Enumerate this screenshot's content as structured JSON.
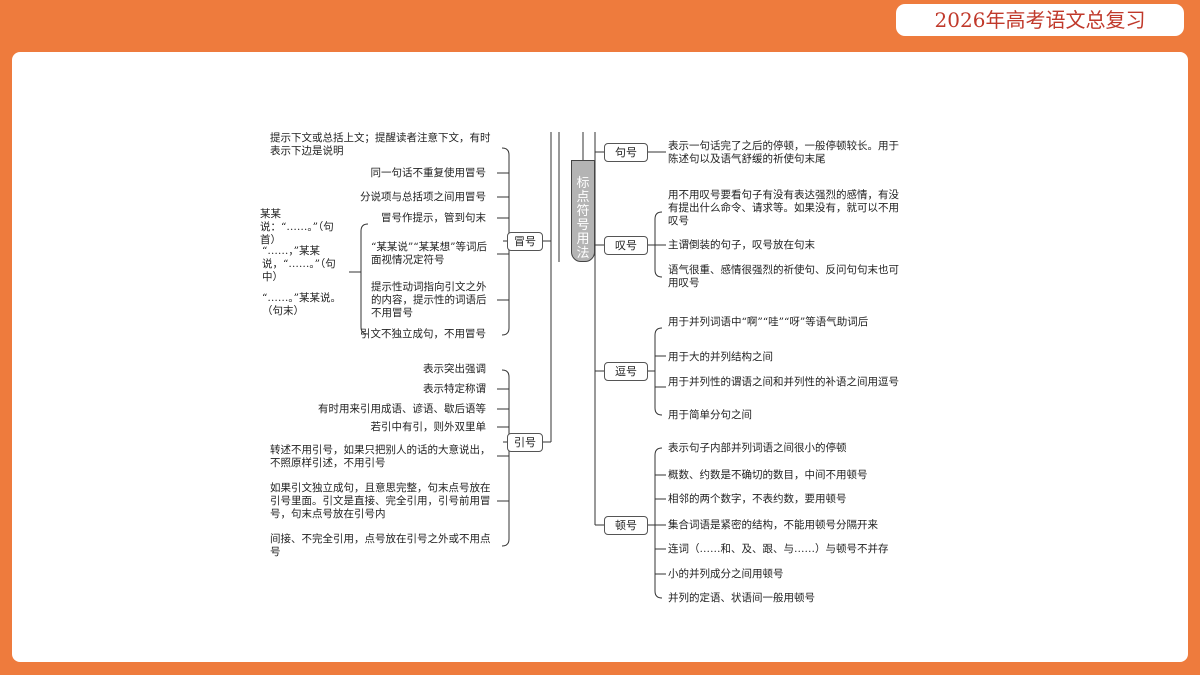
{
  "header": {
    "title": "2026年高考语文总复习"
  },
  "diagram": {
    "root": "标点符号用法",
    "nodes": {
      "juhao": {
        "label": "句号",
        "items": [
          "表示一句话完了之后的停顿，一般停顿较长。用于陈述句以及语气舒缓的祈使句末尾"
        ]
      },
      "tanhao": {
        "label": "叹号",
        "items": [
          "用不用叹号要看句子有没有表达强烈的感情，有没有提出什么命令、请求等。如果没有，就可以不用叹号",
          "主谓倒装的句子，叹号放在句末",
          "语气很重、感情很强烈的祈使句、反问句句末也可用叹号"
        ]
      },
      "douhao": {
        "label": "逗号",
        "items": [
          "用于并列词语中“啊”“哇”“呀”等语气助词后",
          "用于大的并列结构之间",
          "用于并列性的谓语之间和并列性的补语之间用逗号",
          "用于简单分句之间"
        ]
      },
      "dunhao": {
        "label": "顿号",
        "items": [
          "表示句子内部并列词语之间很小的停顿",
          "概数、约数是不确切的数目，中间不用顿号",
          "相邻的两个数字，不表约数，要用顿号",
          "集合词语是紧密的结构，不能用顿号分隔开来",
          "连词（……和、及、跟、与……）与顿号不并存",
          "小的并列成分之间用顿号",
          "并列的定语、状语间一般用顿号"
        ]
      },
      "maohao": {
        "label": "冒号",
        "items": [
          "提示下文或总括上文；提醒读者注意下文，有时表示下边是说明",
          "同一句话不重复使用冒号",
          "分说项与总括项之间用冒号",
          "冒号作提示，管到句末",
          "“某某说”“某某想”等词后面视情况定符号",
          "提示性动词指向引文之外的内容，提示性的词语后不用冒号",
          "引文不独立成句，不用冒号"
        ],
        "examples": [
          "某某说：“……。”（句首）",
          "“……，”某某说，“……。”（句中）",
          "“……。”某某说。（句末）"
        ]
      },
      "yinhao": {
        "label": "引号",
        "items": [
          "表示突出强调",
          "表示特定称谓",
          "有时用来引用成语、谚语、歇后语等",
          "若引中有引，则外双里单",
          "转述不用引号，如果只把别人的话的大意说出，不照原样引述，不用引号",
          "如果引文独立成句，且意思完整，句末点号放在引号里面。引文是直接、完全引用，引号前用冒号，句末点号放在引号内",
          "间接、不完全引用，点号放在引号之外或不用点号"
        ]
      }
    }
  }
}
